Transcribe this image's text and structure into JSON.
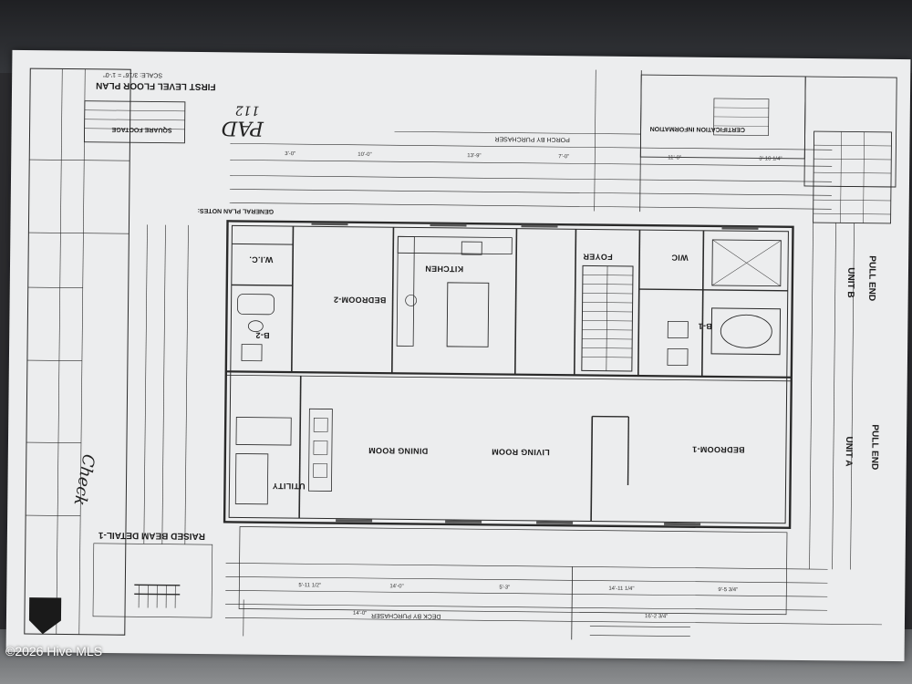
{
  "sheet": {
    "title": "FIRST LEVEL FLOOR PLAN",
    "scale": "SCALE: 3/16\" = 1'-0\"",
    "square_footage_label": "SQUARE FOOTAGE",
    "pad_note": "PAD",
    "pad_number": "112",
    "raised_beam_label": "RAISED BEAM DETAIL-1",
    "general_notes_label": "GENERAL PLAN NOTES:",
    "certification_label": "CERTIFICATION INFORMATION",
    "porch_note": "PORCH BY PURCHASER",
    "deck_note": "DECK BY PURCHASER",
    "signature": "Check"
  },
  "rooms": {
    "bedroom_2": "BEDROOM-2",
    "bath_2": "B-2",
    "wic_left": "W.I.C.",
    "kitchen": "KITCHEN",
    "foyer": "FOYER",
    "wic_right": "WIC",
    "bath_1": "B-1",
    "dining": "DINING ROOM",
    "living": "LIVING ROOM",
    "bedroom_1": "BEDROOM-1",
    "utility": "UTILITY"
  },
  "units": {
    "pull_end_b": "PULL END",
    "unit_b": "UNIT B",
    "pull_end_a": "PULL END",
    "unit_a": "UNIT A"
  },
  "watermark": "©2026 Hive MLS"
}
